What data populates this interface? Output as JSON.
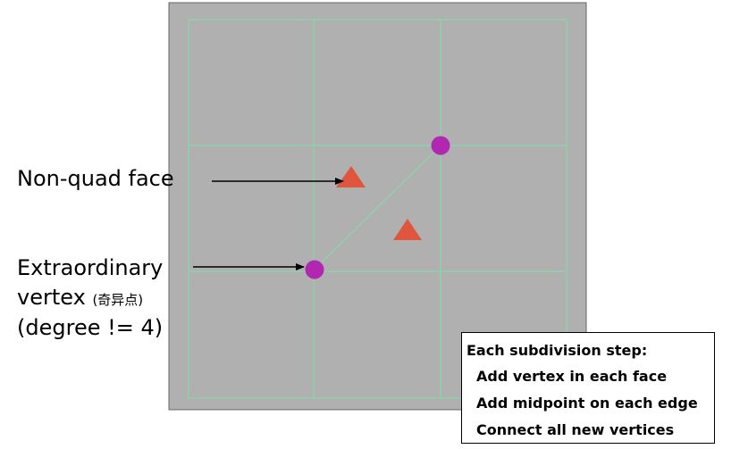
{
  "labels": {
    "non_quad": "Non-quad face",
    "extraordinary_line1": "Extraordinary",
    "extraordinary_line2": "vertex",
    "extraordinary_cn": "(奇异点)",
    "extraordinary_line3": "(degree != 4)"
  },
  "info_box": {
    "title": "Each subdivision step:",
    "steps": [
      "Add vertex in each face",
      "Add midpoint on each edge",
      "Connect all new vertices"
    ]
  },
  "colors": {
    "panel": "#b0b0b0",
    "grid_line": "#7ee0a8",
    "vertex": "#b027b0",
    "face_marker": "#e0553d",
    "arrow": "#000000"
  }
}
